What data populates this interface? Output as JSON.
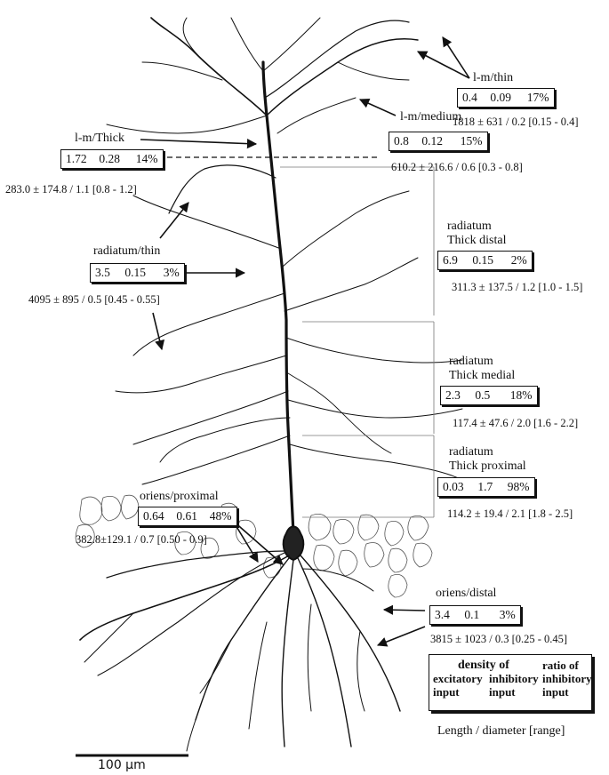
{
  "labels": {
    "lm_thin": "l-m/thin",
    "lm_medium": "l-m/medium",
    "lm_thick": "l-m/Thick",
    "radiatum_thin": "radiatum/thin",
    "radiatum_thick_distal": [
      "radiatum",
      "Thick distal"
    ],
    "radiatum_thick_medial": [
      "radiatum",
      "Thick medial"
    ],
    "radiatum_thick_proximal": [
      "radiatum",
      "Thick proximal"
    ],
    "oriens_proximal": "oriens/proximal",
    "oriens_distal": "oriens/distal"
  },
  "boxes": {
    "lm_thin": [
      "0.4",
      "0.09",
      "17%"
    ],
    "lm_medium": [
      "0.8",
      "0.12",
      "15%"
    ],
    "lm_thick": [
      "1.72",
      "0.28",
      "14%"
    ],
    "radiatum_thin": [
      "3.5",
      "0.15",
      "3%"
    ],
    "radiatum_thick_distal": [
      "6.9",
      "0.15",
      "2%"
    ],
    "radiatum_thick_medial": [
      "2.3",
      "0.5",
      "18%"
    ],
    "radiatum_thick_proximal": [
      "0.03",
      "1.7",
      "98%"
    ],
    "oriens_proximal": [
      "0.64",
      "0.61",
      "48%"
    ],
    "oriens_distal": [
      "3.4",
      "0.1",
      "3%"
    ]
  },
  "measurements": {
    "lm_thin": "1818 ± 631 / 0.2 [0.15 - 0.4]",
    "lm_medium": "610.2 ± 216.6 / 0.6 [0.3 - 0.8]",
    "lm_thick": "283.0 ± 174.8 / 1.1 [0.8 - 1.2]",
    "radiatum_thin": "4095 ± 895 / 0.5 [0.45 - 0.55]",
    "radiatum_thick_distal": "311.3 ± 137.5 / 1.2 [1.0 - 1.5]",
    "radiatum_thick_medial": "117.4 ± 47.6 / 2.0 [1.6 - 2.2]",
    "radiatum_thick_proximal": "114.2 ± 19.4 / 2.1 [1.8 - 2.5]",
    "oriens_proximal": "382.8±129.1 / 0.7 [0.50 - 0.9]",
    "oriens_distal": "3815 ± 1023 / 0.3 [0.25 - 0.45]"
  },
  "legend": {
    "col1": [
      "density of",
      "excitatory",
      "input"
    ],
    "col2": [
      "inhibitory",
      "input"
    ],
    "col3": [
      "ratio of",
      "inhibitory",
      "input"
    ],
    "footer": "Length / diameter [range]"
  },
  "scale_bar": "100 µm"
}
